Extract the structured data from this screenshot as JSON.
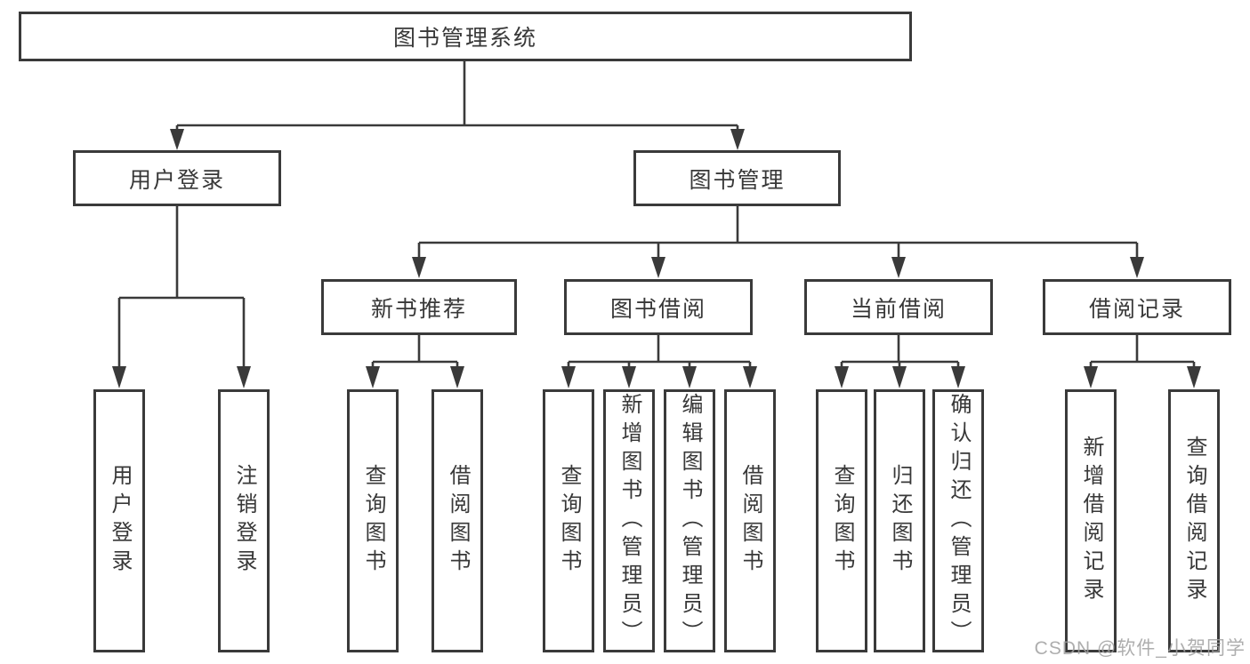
{
  "diagram": {
    "label": "图书管理系统",
    "children": [
      {
        "label": "用户登录",
        "children": [
          {
            "label": "用户登录"
          },
          {
            "label": "注销登录"
          }
        ]
      },
      {
        "label": "图书管理",
        "children": [
          {
            "label": "新书推荐",
            "children": [
              {
                "label": "查询图书"
              },
              {
                "label": "借阅图书"
              }
            ]
          },
          {
            "label": "图书借阅",
            "children": [
              {
                "label": "查询图书"
              },
              {
                "label": "新增图书（管理员）"
              },
              {
                "label": "编辑图书（管理员）"
              },
              {
                "label": "借阅图书"
              }
            ]
          },
          {
            "label": "当前借阅",
            "children": [
              {
                "label": "查询图书"
              },
              {
                "label": "归还图书"
              },
              {
                "label": "确认归还（管理员）"
              }
            ]
          },
          {
            "label": "借阅记录",
            "children": [
              {
                "label": "新增借阅记录"
              },
              {
                "label": "查询借阅记录"
              }
            ]
          }
        ]
      }
    ]
  },
  "watermark": {
    "text": "CSDN @软件_小贺同学"
  },
  "colors": {
    "line": "#3a3a3a",
    "box_border": "#3a3a3a",
    "box_fill": "#ffffff",
    "text": "#383838",
    "watermark": "#a0a0a0",
    "background": "#ffffff"
  }
}
